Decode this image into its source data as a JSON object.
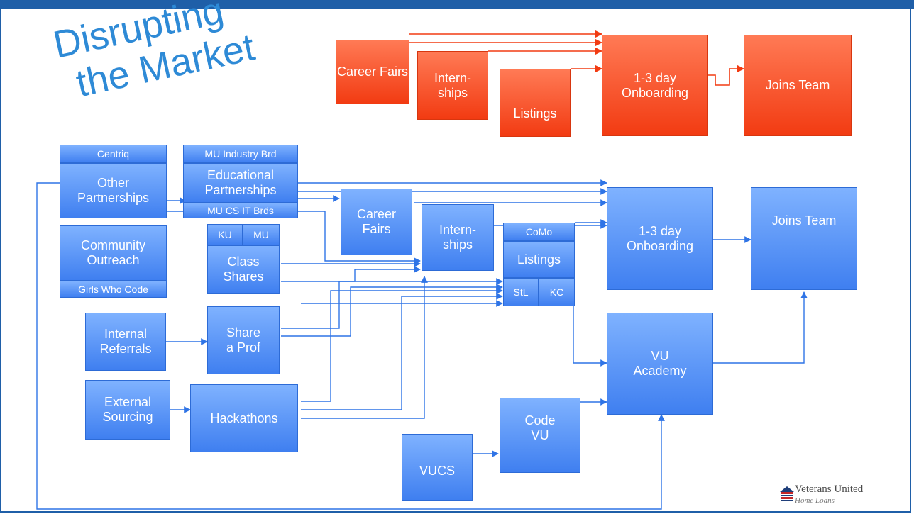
{
  "title": [
    "Disrupting",
    "the Market"
  ],
  "colors": {
    "red": "#f23b12",
    "blue": "#3f7ff0",
    "title": "#2e8ad6",
    "frame": "#1f5fa8"
  },
  "red_flow": {
    "career_fairs": "Career Fairs",
    "internships": "Intern-ships",
    "listings": "Listings",
    "onboarding": "1-3 day Onboarding",
    "joins_team": "Joins Team"
  },
  "blue_flow": {
    "centriq": "Centriq",
    "other_partnerships": "Other Partnerships",
    "mu_industry_brd": "MU Industry Brd",
    "educational_partnerships": "Educational Partnerships",
    "mu_cs_it_brds": "MU CS IT Brds",
    "community_outreach": "Community Outreach",
    "girls_who_code": "Girls Who Code",
    "ku": "KU",
    "mu": "MU",
    "class_shares": "Class Shares",
    "career_fairs": "Career Fairs",
    "internships": "Intern-ships",
    "como": "CoMo",
    "listings": "Listings",
    "stl": "StL",
    "kc": "KC",
    "onboarding": "1-3 day Onboarding",
    "joins_team": "Joins Team",
    "internal_referrals": "Internal Referrals",
    "share_a_prof": "Share a Prof",
    "vu_academy": "VU Academy",
    "external_sourcing": "External Sourcing",
    "hackathons": "Hackathons",
    "code_vu": "Code VU",
    "vucs": "VUCS"
  },
  "logo": {
    "name": "Veterans United",
    "sub": "Home Loans",
    "icon": "house-flag-icon"
  }
}
